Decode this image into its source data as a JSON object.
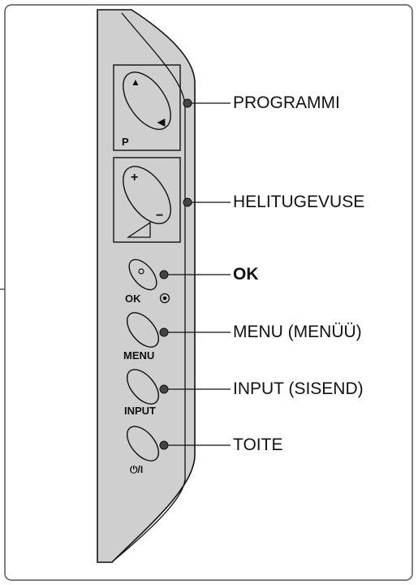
{
  "panel": {
    "colors": {
      "panel_fill": "#cfcfcf",
      "stroke": "#111111",
      "border": "#555555"
    },
    "program_button": {
      "caption": "P",
      "up_symbol": "▲",
      "down_symbol": "◀"
    },
    "volume_button": {
      "plus_symbol": "+",
      "minus_symbol": "−"
    },
    "ok_button": {
      "caption": "OK"
    },
    "menu_button": {
      "caption": "MENU"
    },
    "input_button": {
      "caption": "INPUT"
    },
    "power_button": {
      "caption": "⏻/I"
    }
  },
  "callouts": {
    "programmi": "PROGRAMMI",
    "helitugevuse": "HELITUGEVUSE",
    "ok": "OK",
    "menu": "MENU (MENÜÜ)",
    "input": "INPUT (SISEND)",
    "toite": "TOITE"
  }
}
